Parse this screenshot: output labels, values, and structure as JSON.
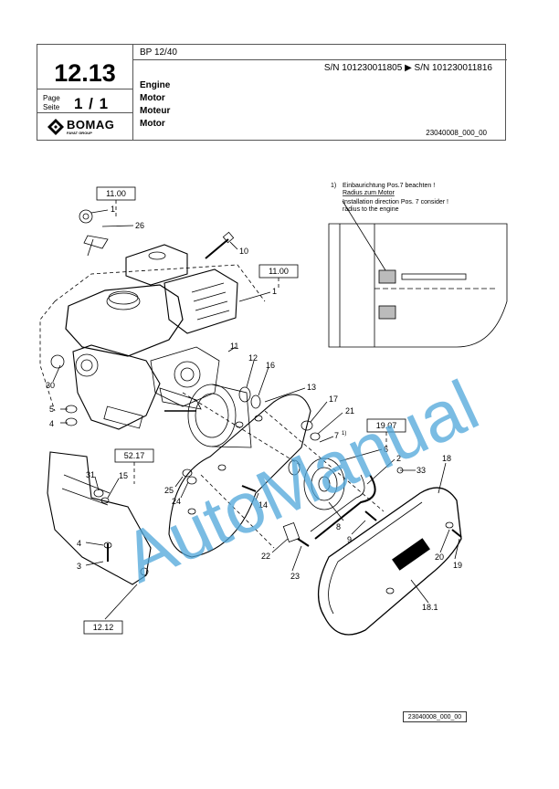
{
  "header": {
    "page_number": "12.13",
    "page_label": "Page",
    "seite_label": "Seite",
    "page_value": "1 / 1",
    "model": "BP 12/40",
    "serial_range": "S/N 101230011805  ▶  S/N 101230011816",
    "title_en": "Engine",
    "title_de": "Motor",
    "title_fr": "Moteur",
    "title_nl": "Motor",
    "doc_id": "23040008_000_00"
  },
  "logo": {
    "brand": "BOMAG",
    "group": "FAYAT GROUP"
  },
  "drawing": {
    "ref_boxes": [
      "11.00",
      "11.00",
      "19.07",
      "52.17",
      "12.12"
    ],
    "callouts": [
      "1",
      "26",
      "10",
      "1",
      "11",
      "12",
      "16",
      "13",
      "17",
      "21",
      "7",
      "6",
      "2",
      "33",
      "18",
      "30",
      "5",
      "4",
      "31",
      "15",
      "25",
      "24",
      "14",
      "8",
      "9",
      "20",
      "19",
      "22",
      "23",
      "4",
      "3",
      "18.1"
    ],
    "callout_7_sup": "1)",
    "note_marker": "1)",
    "note_de_1": "Einbaurichtung Pos.7 beachten !",
    "note_de_2": "Radius  zum Motor",
    "note_en_1": "Installation direction Pos. 7 consider !",
    "note_en_2": "radius to the engine"
  },
  "watermark": "AutoManual",
  "footer_doc_id": "23040008_000_00",
  "colors": {
    "watermark": "#4da6d9",
    "line": "#000000"
  }
}
